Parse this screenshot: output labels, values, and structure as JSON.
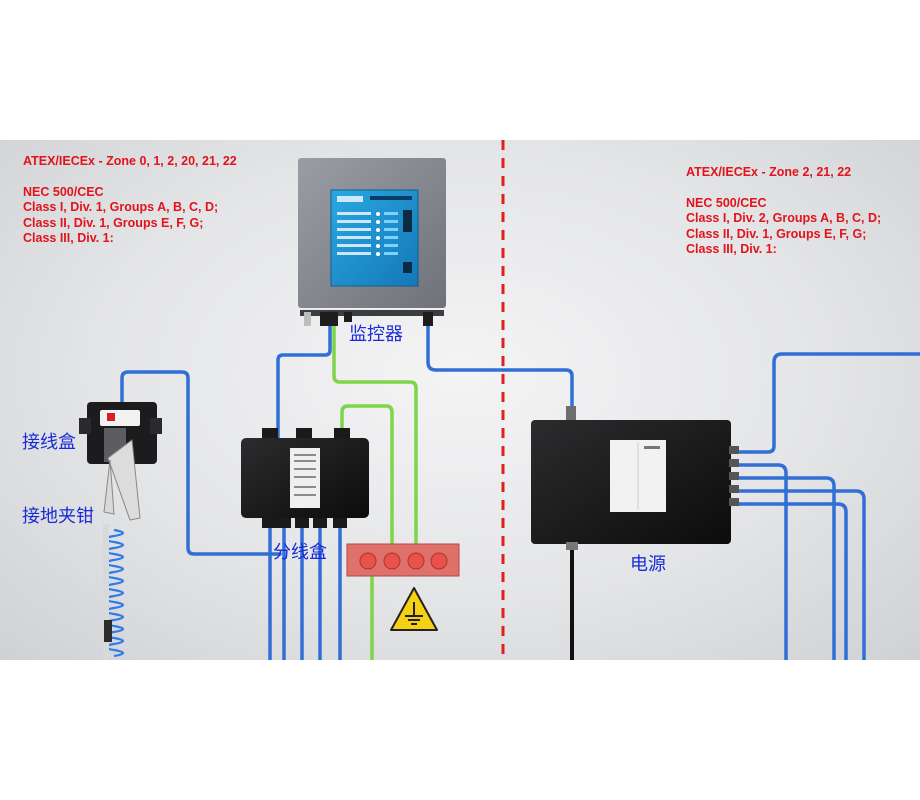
{
  "hazard_zone": {
    "zone_line": "ATEX/IECEx - Zone 0, 1, 2, 20, 21, 22",
    "standard": "NEC 500/CEC",
    "classes": [
      "Class I, Div. 1, Groups A, B, C, D;",
      "Class II, Div. 1, Groups E, F, G;",
      "Class III, Div. 1:"
    ]
  },
  "safe_zone": {
    "zone_line": "ATEX/IECEx - Zone 2, 21, 22",
    "standard": "NEC 500/CEC",
    "classes": [
      "Class I, Div. 2, Groups A, B, C, D;",
      "Class II, Div. 1, Groups E, F, G;",
      "Class III, Div. 1:"
    ]
  },
  "labels": {
    "monitor": "监控器",
    "junction_box": "接线盒",
    "ground_clamp": "接地夹钳",
    "distribution_box": "分线盒",
    "power_supply": "电源"
  },
  "colors": {
    "zone_text": "#e3121b",
    "label_text": "#1a2bd8",
    "blue_cable": "#2f6fd6",
    "green_cable": "#7fd44a",
    "divider": "#e02020"
  },
  "icons": {
    "ground_symbol": "ground-warning-icon"
  }
}
